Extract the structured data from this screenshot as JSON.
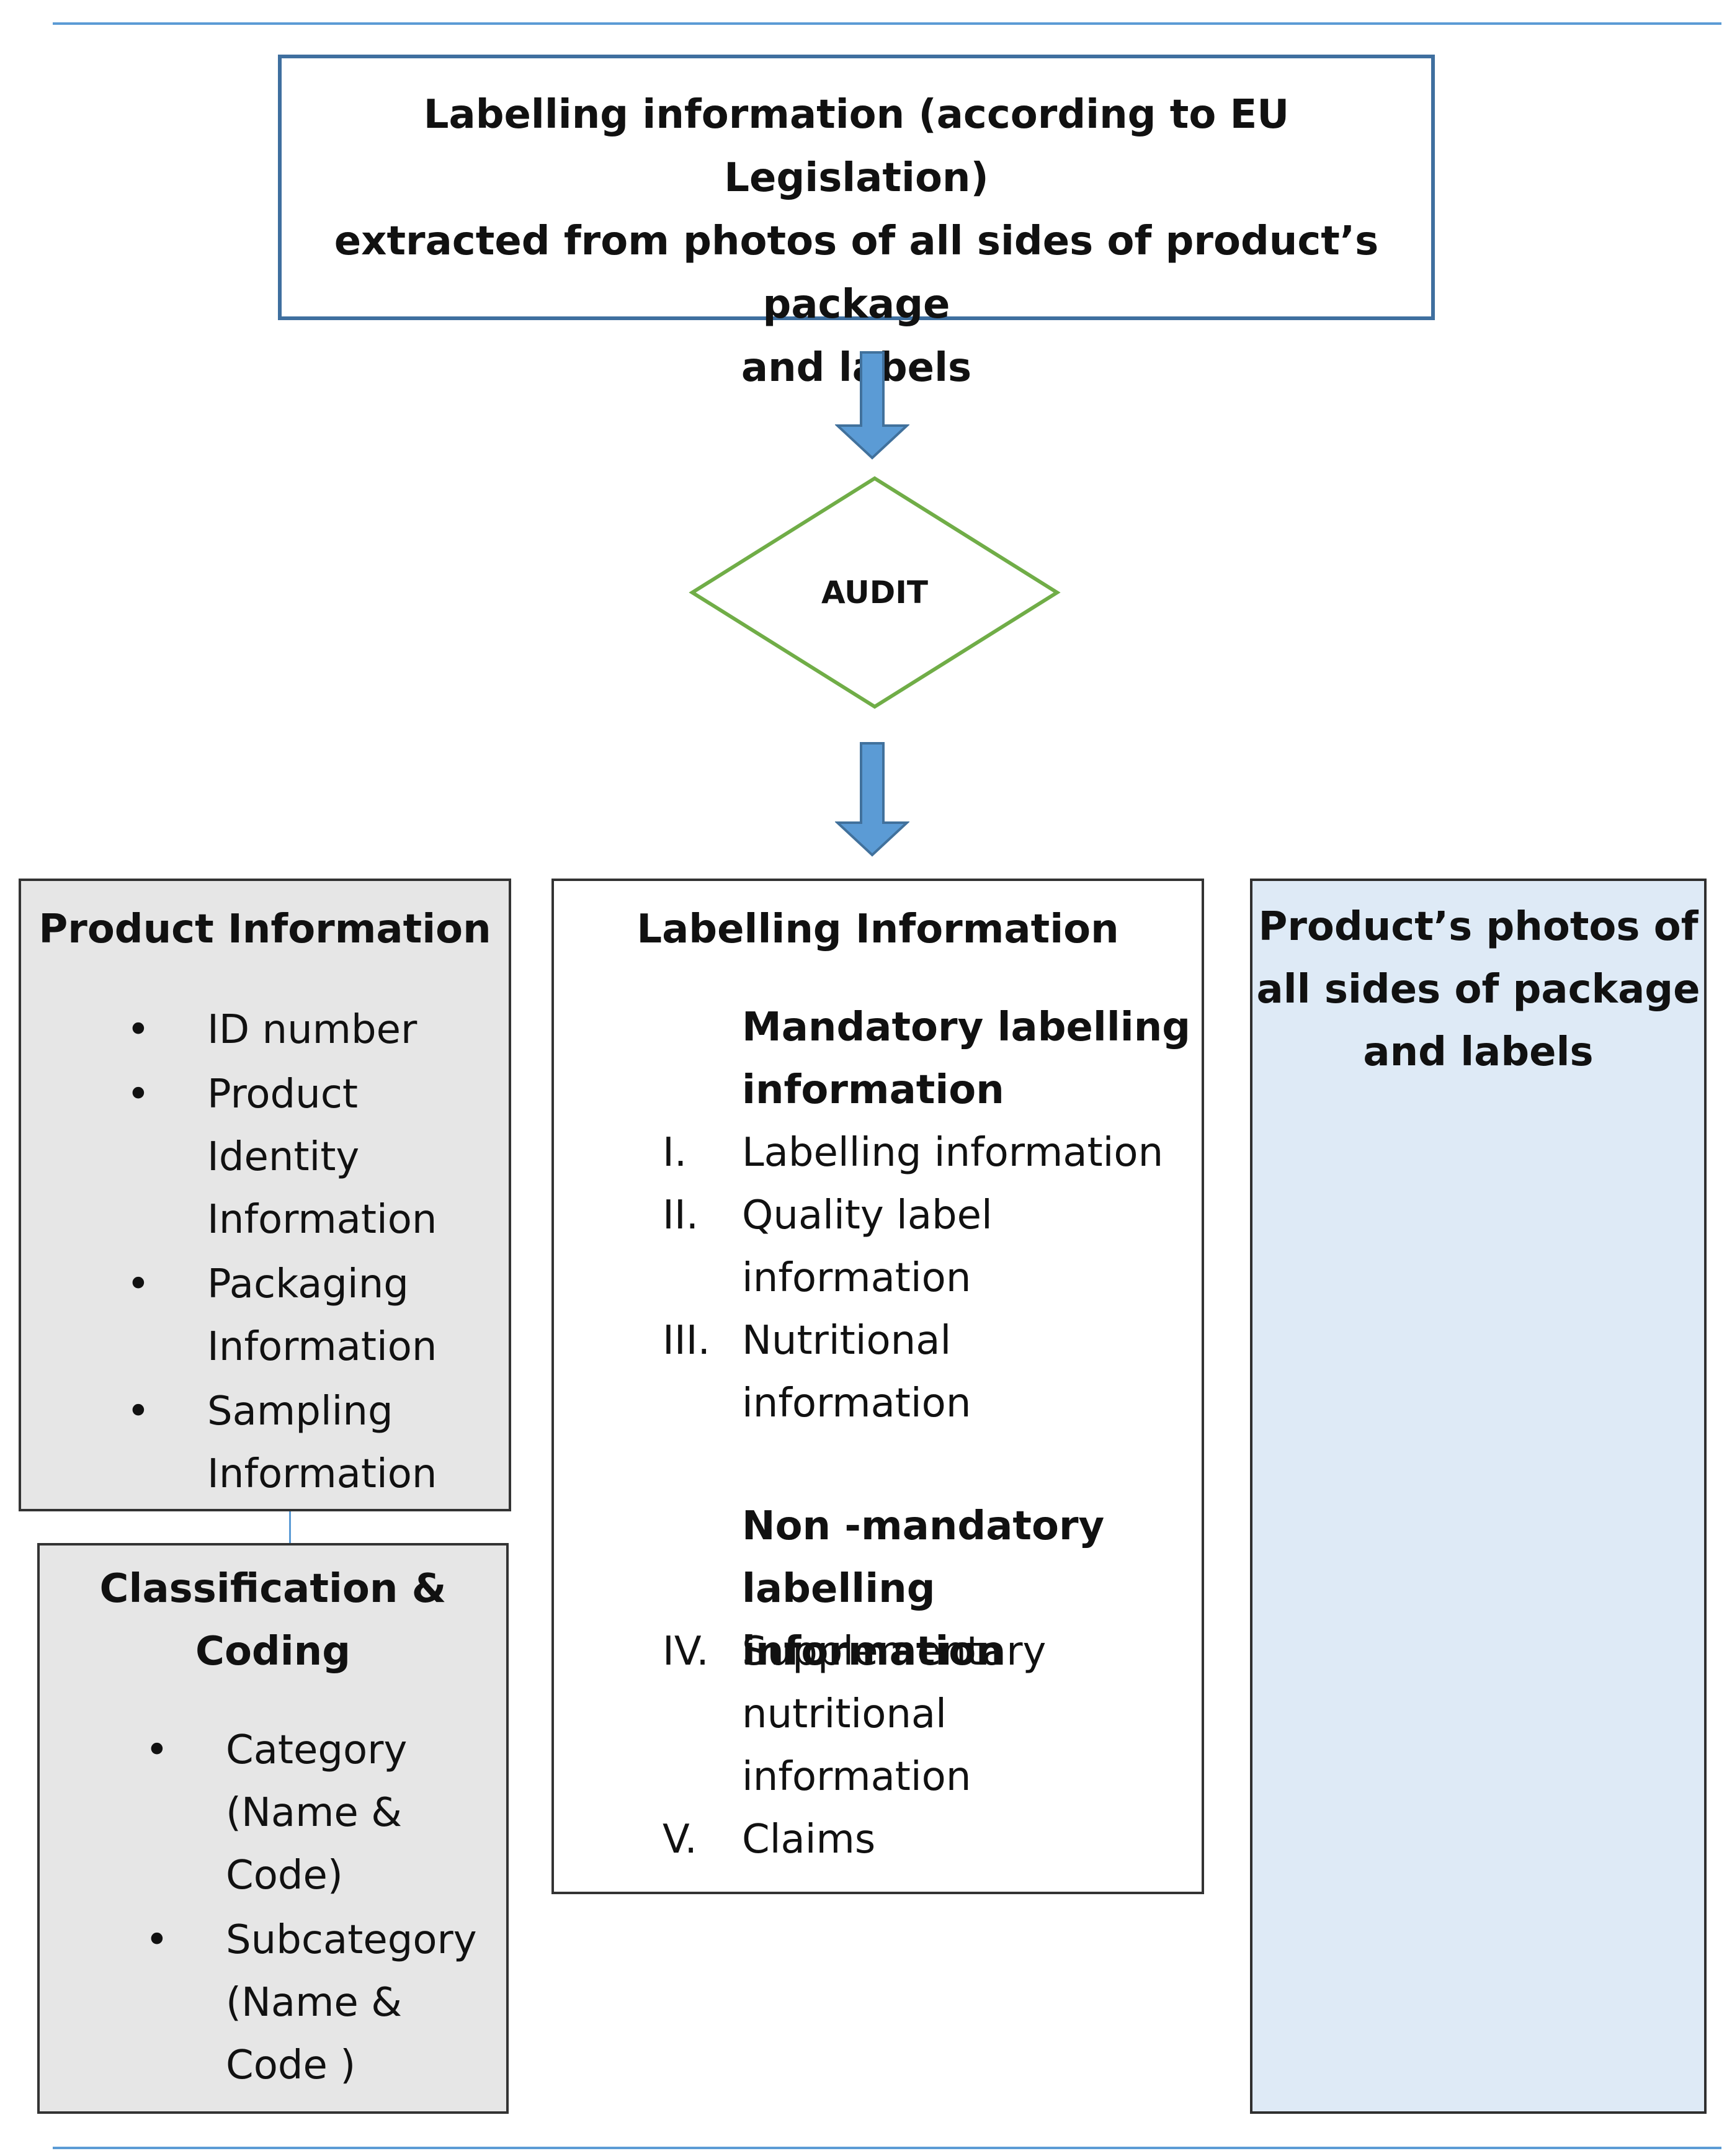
{
  "top_box": {
    "lines": [
      "Labelling information (according to EU Legislation)",
      "extracted from photos of all sides of product’s package",
      "and labels"
    ]
  },
  "decision": {
    "label": "AUDIT"
  },
  "product_info": {
    "title": "Product Information",
    "items": [
      [
        "ID number"
      ],
      [
        "Product",
        "Identity",
        "Information"
      ],
      [
        "Packaging",
        "Information"
      ],
      [
        "Sampling",
        "Information"
      ]
    ]
  },
  "classification": {
    "title_lines": [
      "Classification &",
      "Coding"
    ],
    "items": [
      [
        "Category",
        "(Name &",
        "Code)"
      ],
      [
        "Subcategory",
        "(Name &",
        "Code )"
      ]
    ]
  },
  "labelling_info": {
    "title": "Labelling Information",
    "mandatory_heading": [
      "Mandatory labelling",
      "information"
    ],
    "mandatory_items": [
      {
        "num": "I.",
        "lines": [
          "Labelling information"
        ]
      },
      {
        "num": "II.",
        "lines": [
          "Quality label",
          "information"
        ]
      },
      {
        "num": "III.",
        "lines": [
          "Nutritional",
          "information"
        ]
      }
    ],
    "nonmandatory_heading": [
      "Non -mandatory",
      "labelling information"
    ],
    "nonmandatory_items": [
      {
        "num": "IV.",
        "lines": [
          "Supplementary",
          "nutritional",
          "information"
        ]
      },
      {
        "num": "V.",
        "lines": [
          "Claims"
        ]
      }
    ]
  },
  "photos": {
    "title_lines": [
      "Product’s photos of",
      "all sides of package",
      "and labels"
    ]
  },
  "colors": {
    "rule": "#5b9bd5",
    "arrow": "#5b9bd5",
    "arrow_outline": "#41719c",
    "diamond": "#70ad47",
    "gray_fill": "#e6e6e6",
    "blue_fill": "#deeaf6"
  }
}
